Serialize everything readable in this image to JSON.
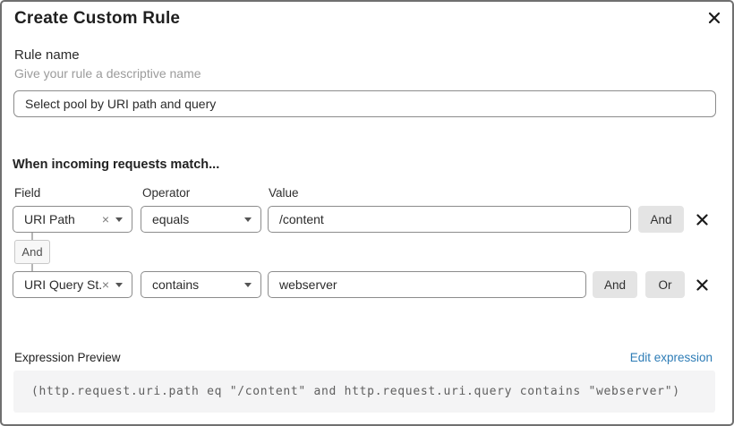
{
  "dialog": {
    "title": "Create Custom Rule"
  },
  "rule_name": {
    "label": "Rule name",
    "helper": "Give your rule a descriptive name",
    "value": "Select pool by URI path and query"
  },
  "match": {
    "heading": "When incoming requests match...",
    "columns": {
      "field": "Field",
      "operator": "Operator",
      "value": "Value"
    },
    "connector_label": "And",
    "rows": [
      {
        "field": "URI Path",
        "operator": "equals",
        "value": "/content",
        "buttons": [
          "And"
        ]
      },
      {
        "field": "URI Query St...",
        "operator": "contains",
        "value": "webserver",
        "buttons": [
          "And",
          "Or"
        ]
      }
    ]
  },
  "expression": {
    "label": "Expression Preview",
    "edit_link": "Edit expression",
    "code": "(http.request.uri.path eq \"/content\" and http.request.uri.query contains \"webserver\")"
  },
  "icons": {
    "clear": "×"
  },
  "colors": {
    "link": "#2d7cb6",
    "button_bg": "#e4e4e4",
    "border": "#8c8c8c"
  }
}
